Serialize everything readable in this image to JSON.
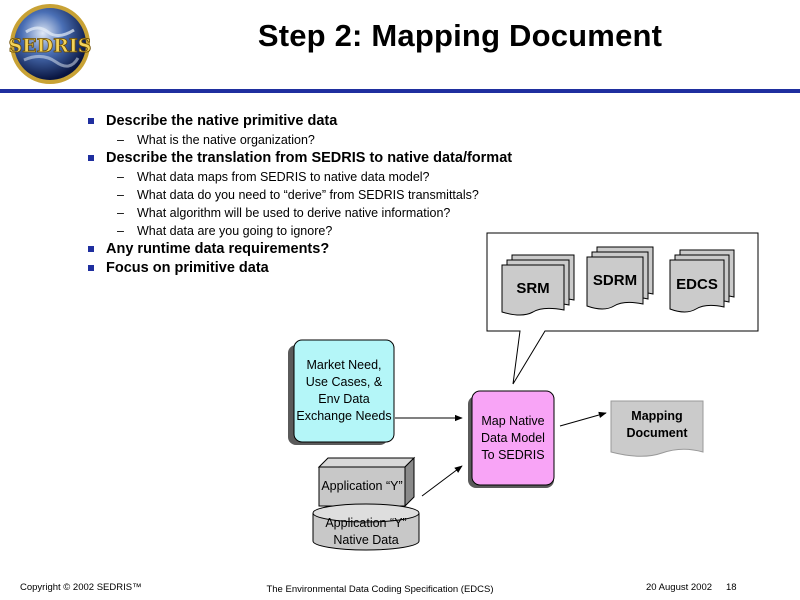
{
  "slide": {
    "title": "Step 2: Mapping Document",
    "logo_text": "SEDRIS"
  },
  "bullets": [
    {
      "text": "Describe the native primitive data",
      "sub": [
        "What is the native organization?"
      ]
    },
    {
      "text": "Describe the translation from SEDRIS to native data/format",
      "sub": [
        "What data maps from SEDRIS to native data model?",
        "What data do you need to “derive” from SEDRIS transmittals?",
        "What algorithm will be used to derive native information?",
        "What data are you going to ignore?"
      ]
    },
    {
      "text": "Any runtime data requirements?",
      "sub": []
    },
    {
      "text": "Focus on primitive data",
      "sub": []
    }
  ],
  "diagram": {
    "callout_docs": [
      "SRM",
      "SDRM",
      "EDCS"
    ],
    "market_need": "Market Need, Use Cases, & Env Data Exchange Needs",
    "map_native": "Map Native Data Model To SEDRIS",
    "mapping_document": "Mapping Document",
    "application": "Application “Y”",
    "native_data": "Application “Y” Native Data",
    "colors": {
      "market_fill": "#b4f6f8",
      "map_fill": "#f8a4f6",
      "doc_fill": "#cbcbcb",
      "accent": "#1f2f9f"
    }
  },
  "footer": {
    "copyright": "Copyright © 2002 SEDRIS™",
    "center": "The Environmental Data Coding Specification (EDCS)",
    "date": "20 August 2002",
    "page": "18"
  }
}
